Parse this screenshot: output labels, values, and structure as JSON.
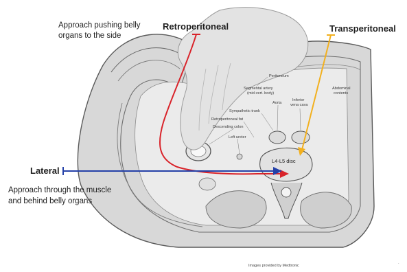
{
  "approach_labels": {
    "retroperitoneal": "Retroperitoneal",
    "transperitoneal": "Transperitoneal",
    "lateral": "Lateral"
  },
  "notes": {
    "top_line1": "Approach pushing belly",
    "top_line2": "organs to the side",
    "bottom_line1": "Approach through the muscle",
    "bottom_line2": "and behind belly organs"
  },
  "anatomy_labels": {
    "peritoneum": "Peritoneum",
    "segmental_artery_line1": "Segmental artery",
    "segmental_artery_line2": "(mid-vert. body)",
    "aorta": "Aorta",
    "inferior_vena_cava_line1": "Inferior",
    "inferior_vena_cava_line2": "vena cava",
    "abdominal_contents_line1": "Abdominal",
    "abdominal_contents_line2": "contents",
    "sympathetic_trunk": "Sympathetic trunk",
    "retroperitoneal_fat": "Retroperitoneal fat",
    "descending_colon": "Descending colon",
    "left_ureter": "Left ureter",
    "disc": "L4-L5 disc"
  },
  "credit": "Images provided by Medtronic",
  "colors": {
    "retroperitoneal": "#d9232a",
    "transperitoneal": "#f2b01e",
    "lateral": "#2440a8"
  }
}
